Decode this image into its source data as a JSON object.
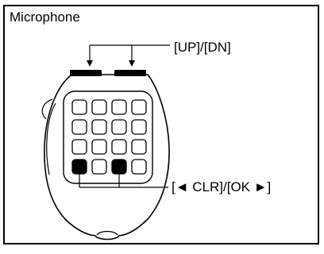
{
  "figure": {
    "title": "Microphone",
    "callouts": {
      "up_dn": "[UP]/[DN]",
      "clr_ok": "[◄ CLR]/[OK ►]"
    }
  },
  "keypad": {
    "rows": 4,
    "columns": 4,
    "highlighted_keys": [
      "row-4-col-1",
      "row-4-col-3"
    ]
  },
  "icons": [
    "microphone-body",
    "up-key",
    "down-key",
    "clr-key",
    "ok-key"
  ],
  "colors": {
    "line": "#000000",
    "background": "#ffffff",
    "highlight_key": "#000000"
  }
}
